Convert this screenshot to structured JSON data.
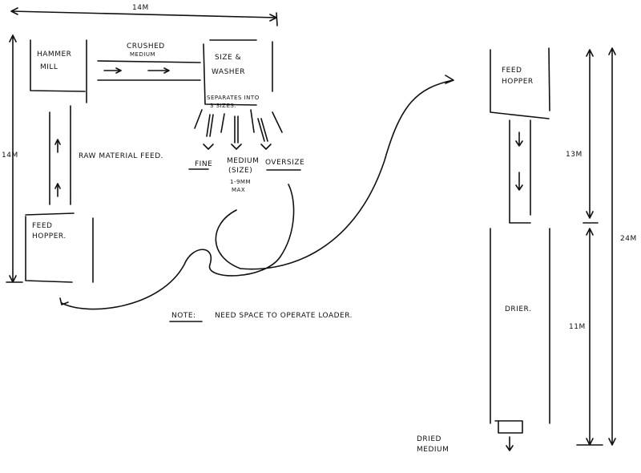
{
  "dimensions": {
    "top_width": "14M",
    "left_height": "14M",
    "upper_height": "13M",
    "lower_height": "11M",
    "total_height": "24M"
  },
  "units": {
    "hammer_mill": [
      "HAMMER",
      "MILL"
    ],
    "size_washer": [
      "SIZE &",
      "WASHER"
    ],
    "washer_note": [
      "SEPARATES INTO",
      "3 SIZES."
    ],
    "feed_hopper_left": [
      "FEED",
      "HOPPER."
    ],
    "feed_hopper_right": [
      "FEED",
      "HOPPER"
    ],
    "drier": "DRIER."
  },
  "flows": {
    "crushed_medium": [
      "CRUSHED",
      "MEDIUM"
    ],
    "raw_material_feed": "RAW MATERIAL FEED.",
    "outputs": {
      "fine": "FINE",
      "medium": "MEDIUM",
      "medium_sub": "(SIZE)",
      "medium_spec": [
        "1-9MM",
        "MAX"
      ],
      "oversize": "OVERSIZE"
    },
    "dried_medium": [
      "DRIED",
      "MEDIUM"
    ]
  },
  "note": {
    "label": "NOTE:",
    "text": "NEED SPACE TO OPERATE LOADER."
  }
}
